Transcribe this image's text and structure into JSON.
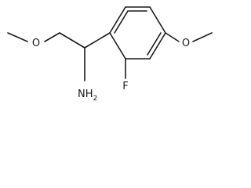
{
  "labels": {
    "o_left": "O",
    "o_right": "O",
    "fluorine": "F",
    "amine_main": "NH",
    "amine_sub": "2"
  }
}
